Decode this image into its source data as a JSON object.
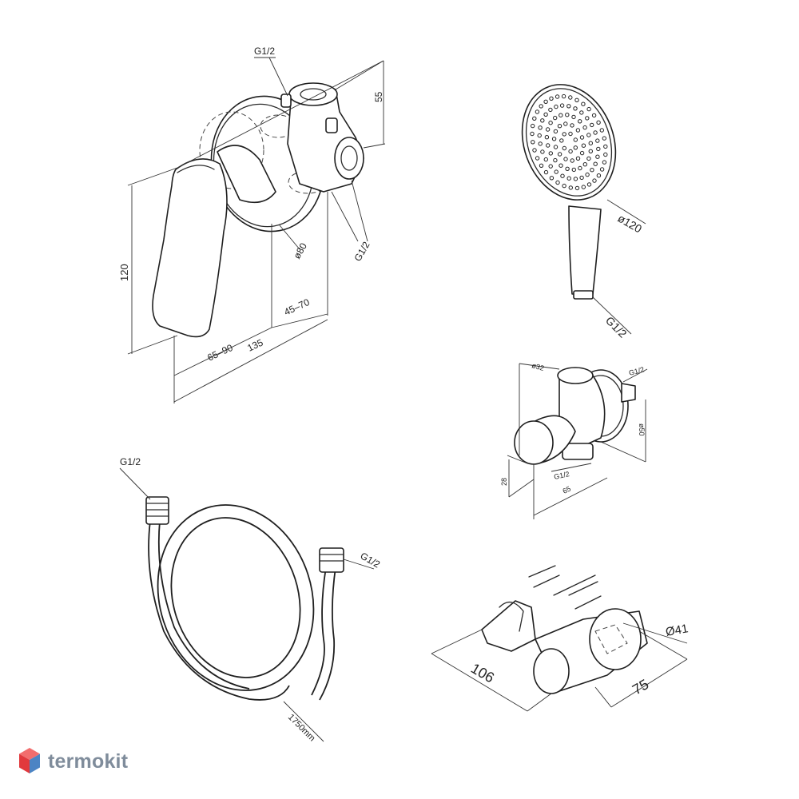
{
  "mixer": {
    "inlet_top": "G1/2",
    "height": "120",
    "rosette_dia": "ø80",
    "outlet": "G1/2",
    "depth_body": "45–70",
    "depth_lever": "65–90",
    "depth_total": "135",
    "top_height": "55"
  },
  "hand_shower": {
    "head_dia": "ø120",
    "connection": "G1/2"
  },
  "wall_outlet": {
    "connection_top": "G1/2",
    "dia_small": "ø32",
    "dia_rosette": "ø50",
    "height": "28",
    "outlet": "G1/2",
    "depth": "65"
  },
  "hose": {
    "end_a": "G1/2",
    "end_b": "G1/2",
    "length": "1750mm"
  },
  "holder": {
    "depth": "106",
    "dia": "Ø41",
    "length": "75"
  },
  "brand": {
    "name": "termokit",
    "colors": {
      "top": "#f26d6d",
      "left": "#e1393d",
      "right": "#4c84c4"
    }
  }
}
